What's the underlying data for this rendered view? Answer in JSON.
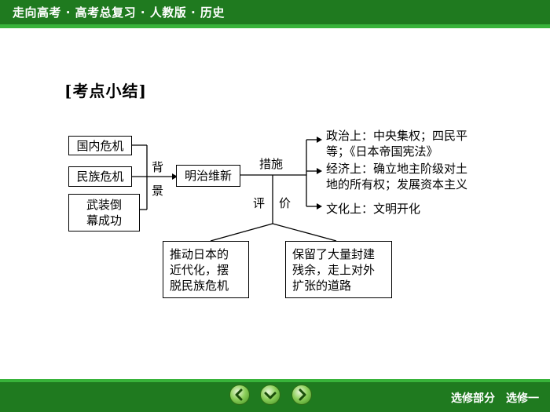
{
  "header": {
    "title": "走向高考 · 高考总复习 · 人教版 · 历史"
  },
  "section_title": "[考点小结]",
  "diagram": {
    "causes": [
      "国内危机",
      "民族危机",
      "武装倒\n幕成功"
    ],
    "background_label_1": "背",
    "background_label_2": "景",
    "center": "明治维新",
    "measures_label": "措施",
    "measures": [
      "政治上：中央集权；四民平\n等；《日本帝国宪法》",
      "经济上：确立地主阶级对土\n地的所有权；发展资本主义",
      "文化上：文明开化"
    ],
    "evaluation_label_1": "评",
    "evaluation_label_2": "价",
    "evaluations": [
      "推动日本的\n近代化，摆\n脱民族危机",
      "保留了大量封建\n残余，走上对外\n扩张的道路"
    ]
  },
  "nav": {
    "prev_icon": "arrow-left-icon",
    "down_icon": "arrow-down-icon",
    "next_icon": "arrow-right-icon"
  },
  "footer": {
    "text": "选修部分　选修一"
  },
  "colors": {
    "bar": "#1f7a1f",
    "accent_line": "#38b33a"
  }
}
